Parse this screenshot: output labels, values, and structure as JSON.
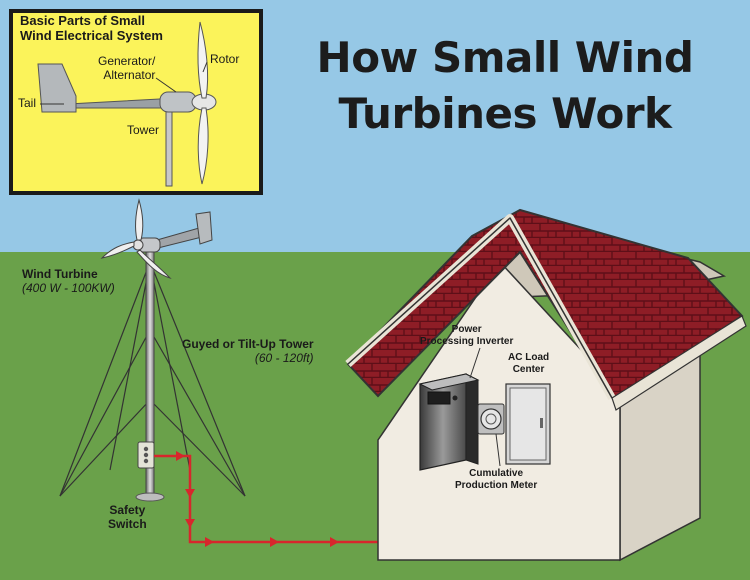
{
  "title": {
    "line1": "How Small Wind",
    "line2": "Turbines Work"
  },
  "inset": {
    "heading_line1": "Basic Parts of Small",
    "heading_line2": "Wind Electrical System",
    "labels": {
      "generator_line1": "Generator/",
      "generator_line2": "Alternator",
      "rotor": "Rotor",
      "tail": "Tail",
      "tower": "Tower"
    }
  },
  "labels": {
    "wind_turbine": "Wind Turbine",
    "wind_turbine_range": "(400 W - 100KW)",
    "tower": "Guyed or Tilt-Up Tower",
    "tower_range": "(60 - 120ft)",
    "safety_line1": "Safety",
    "safety_line2": "Switch",
    "inverter_line1": "Power",
    "inverter_line2": "Processing Inverter",
    "load_line1": "AC Load",
    "load_line2": "Center",
    "meter_line1": "Cumulative",
    "meter_line2": "Production Meter"
  },
  "colors": {
    "sky": "#96c8e6",
    "grass": "#6aa14a",
    "inset_bg": "#fbf35a",
    "roof": "#8e1d26",
    "house_wall": "#f1ece2",
    "wire": "#d7262c",
    "text": "#1a1a1a"
  }
}
